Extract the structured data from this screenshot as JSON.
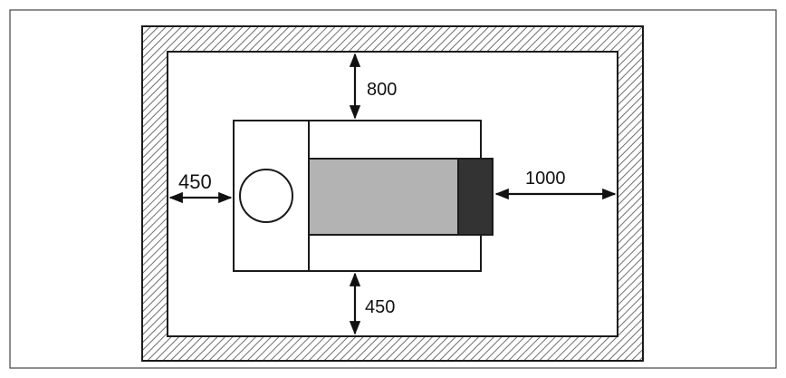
{
  "dimensions": {
    "top": "800",
    "left": "450",
    "right": "1000",
    "bottom": "450"
  },
  "colors": {
    "wall_hatch": "#6f6f6f",
    "outline": "#1a1a1a",
    "tank_body": "#b3b3b3",
    "tank_end": "#333333",
    "background": "#ffffff"
  }
}
